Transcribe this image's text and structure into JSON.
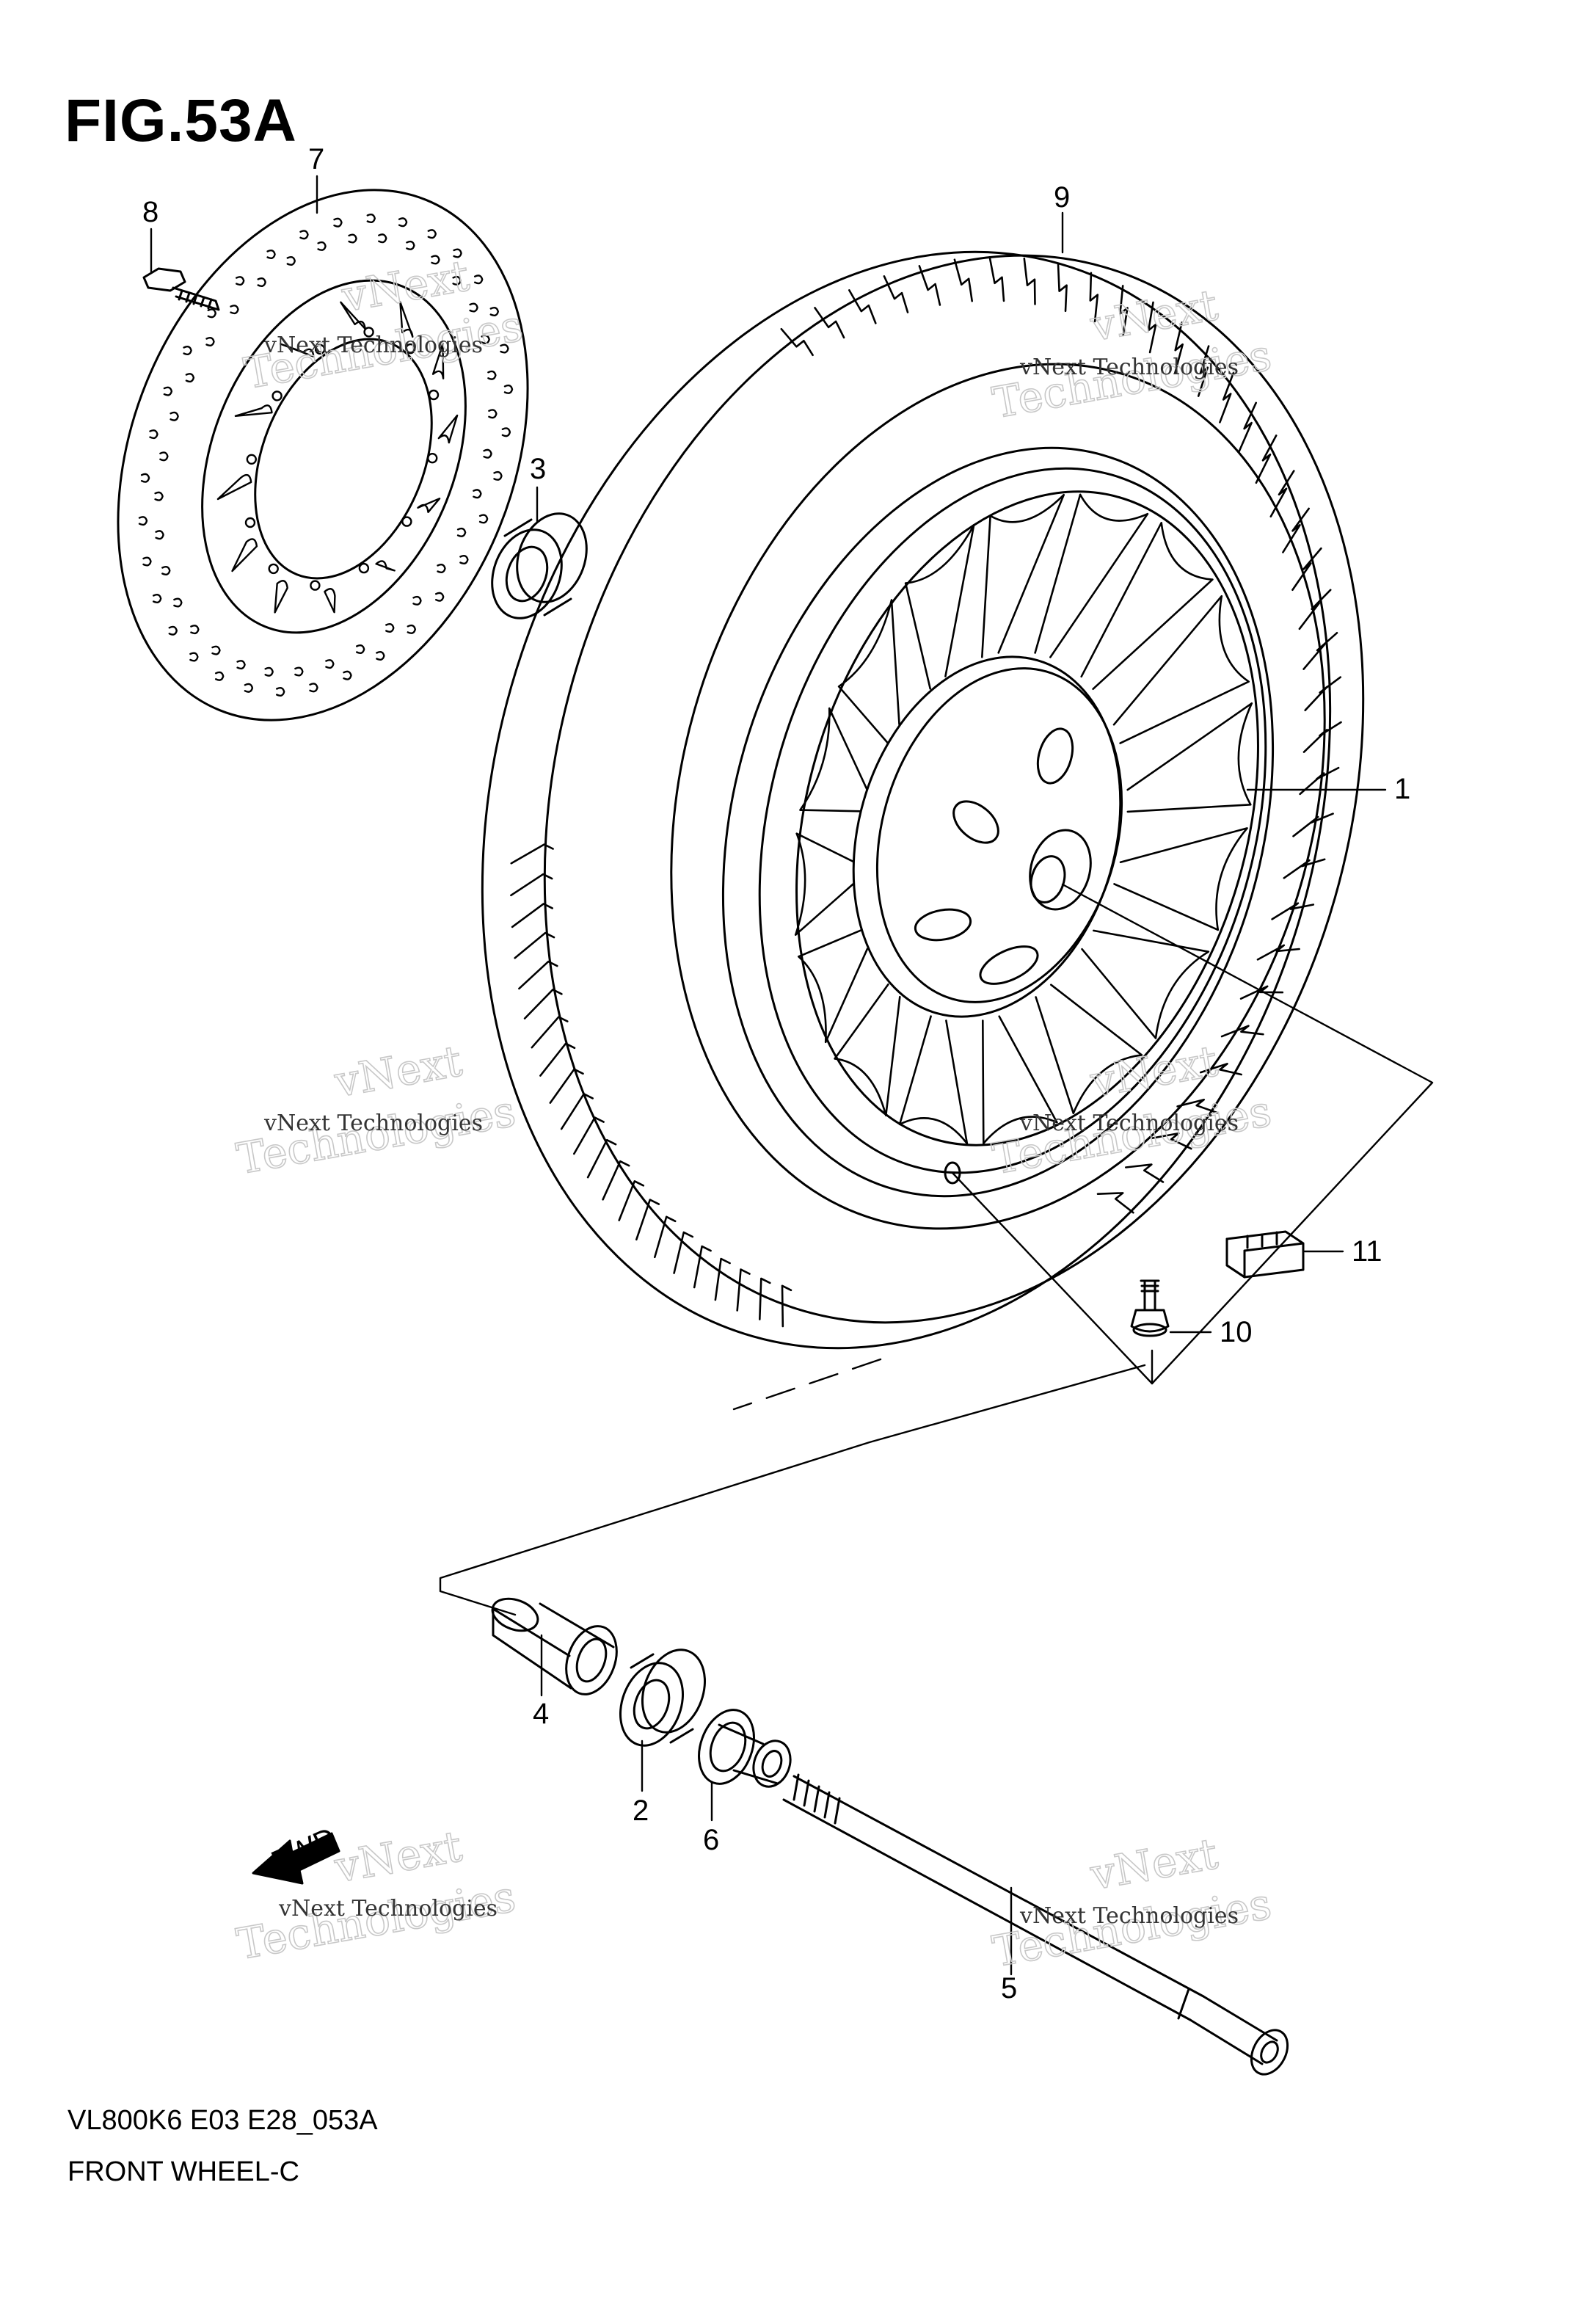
{
  "figure": {
    "title": "FIG.53A",
    "model_code": "VL800K6 E03 E28_053A",
    "sheet_title": "FRONT WHEEL-C"
  },
  "callouts": {
    "c1": "1",
    "c2": "2",
    "c3": "3",
    "c4": "4",
    "c5": "5",
    "c6": "6",
    "c7": "7",
    "c8": "8",
    "c9": "9",
    "c10": "10",
    "c11": "11"
  },
  "watermark": {
    "small": "vNext Technologies",
    "big_top": "vNext",
    "big_bottom": "Technologies"
  },
  "fwd_mark": "FWD"
}
